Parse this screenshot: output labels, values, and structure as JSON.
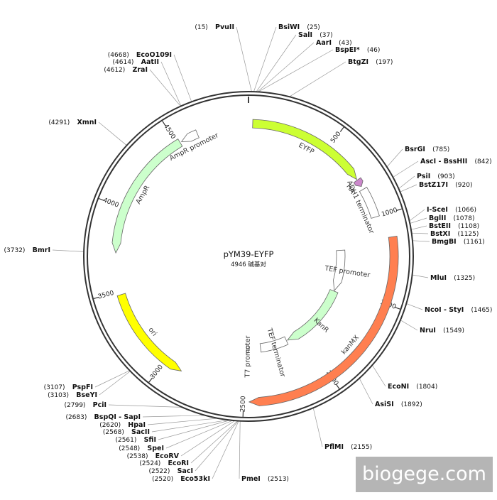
{
  "plasmid": {
    "name": "pYM39-EYFP",
    "size_text": "4946 碱基对",
    "length": 4946
  },
  "ticks": [
    {
      "pos": 500,
      "label": "500"
    },
    {
      "pos": 1000,
      "label": "1000"
    },
    {
      "pos": 1500,
      "label": "1500"
    },
    {
      "pos": 2000,
      "label": "2000"
    },
    {
      "pos": 2500,
      "label": "2500"
    },
    {
      "pos": 3000,
      "label": "3000"
    },
    {
      "pos": 3500,
      "label": "3500"
    },
    {
      "pos": 4000,
      "label": "4000"
    },
    {
      "pos": 4500,
      "label": "4500"
    }
  ],
  "features": [
    {
      "id": "eyfp",
      "label": "EYFP",
      "start": 25,
      "end": 750,
      "strand": 1,
      "color": "#ccff33",
      "ring": 1
    },
    {
      "id": "ha",
      "label": "HA",
      "start": 755,
      "end": 800,
      "strand": 1,
      "color": "#cc88cc",
      "ring": 1
    },
    {
      "id": "adh1",
      "label": "ADH1 terminator",
      "start": 820,
      "end": 1000,
      "strand": 0,
      "color": "#ffffff",
      "ring": 1
    },
    {
      "id": "kanmx",
      "label": "kanMX",
      "start": 1130,
      "end": 2470,
      "strand": 1,
      "color": "#ff7f50",
      "ring": 0
    },
    {
      "id": "tef-promoter",
      "label": "TEF promoter",
      "start": 1185,
      "end": 1535,
      "strand": 1,
      "color": "#ffffff",
      "ring": 2
    },
    {
      "id": "kanr",
      "label": "KanR",
      "start": 1540,
      "end": 2130,
      "strand": 1,
      "color": "#ccffcc",
      "ring": 2
    },
    {
      "id": "tef-terminator",
      "label": "TEF terminator",
      "start": 2140,
      "end": 2370,
      "strand": 0,
      "color": "#ffffff",
      "ring": 2
    },
    {
      "id": "t7-promoter",
      "label": "T7 promoter",
      "start": 2465,
      "end": 2490,
      "strand": -1,
      "color": "#ffffff",
      "ring": 2
    },
    {
      "id": "ori",
      "label": "ori",
      "start": 2890,
      "end": 3480,
      "strand": -1,
      "color": "#ffff00",
      "ring": 1
    },
    {
      "id": "ampr",
      "label": "AmpR",
      "start": 3730,
      "end": 4520,
      "strand": -1,
      "color": "#ccffcc",
      "ring": 1
    },
    {
      "id": "ampr-promoter",
      "label": "AmpR promoter",
      "start": 4530,
      "end": 4635,
      "strand": -1,
      "color": "#ffffff",
      "ring": 1
    }
  ],
  "sites": [
    {
      "name": "PvuII",
      "pos": "(15)",
      "color": "#111111",
      "side": "left"
    },
    {
      "name": "BsiWI",
      "pos": "(25)",
      "color": "#111111",
      "side": "right"
    },
    {
      "name": "SalI",
      "pos": "(37)",
      "color": "#111111",
      "side": "right"
    },
    {
      "name": "AarI",
      "pos": "(43)",
      "color": "#111111",
      "side": "right"
    },
    {
      "name": "BspEI*",
      "pos": "(46)",
      "color": "#888888",
      "side": "right"
    },
    {
      "name": "BtgZI",
      "pos": "(197)",
      "color": "#111111",
      "side": "right"
    },
    {
      "name": "BsrGI",
      "pos": "(785)",
      "color": "#111111",
      "side": "right"
    },
    {
      "name": "AscI - BssHII",
      "pos": "(842)",
      "color": "#111111",
      "side": "right"
    },
    {
      "name": "PsiI",
      "pos": "(903)",
      "color": "#111111",
      "side": "right"
    },
    {
      "name": "BstZ17I",
      "pos": "(920)",
      "color": "#111111",
      "side": "right"
    },
    {
      "name": "I-SceI",
      "pos": "(1066)",
      "color": "#111111",
      "side": "right"
    },
    {
      "name": "BglII",
      "pos": "(1078)",
      "color": "#111111",
      "side": "right"
    },
    {
      "name": "BstEII",
      "pos": "(1108)",
      "color": "#111111",
      "side": "right"
    },
    {
      "name": "BstXI",
      "pos": "(1125)",
      "color": "#111111",
      "side": "right"
    },
    {
      "name": "BmgBI",
      "pos": "(1161)",
      "color": "#111111",
      "side": "right"
    },
    {
      "name": "MluI",
      "pos": "(1325)",
      "color": "#111111",
      "side": "right"
    },
    {
      "name": "NcoI - StyI",
      "pos": "(1465)",
      "color": "#111111",
      "side": "right"
    },
    {
      "name": "NruI",
      "pos": "(1549)",
      "color": "#111111",
      "side": "right"
    },
    {
      "name": "EcoNI",
      "pos": "(1804)",
      "color": "#111111",
      "side": "right"
    },
    {
      "name": "AsiSI",
      "pos": "(1892)",
      "color": "#111111",
      "side": "right"
    },
    {
      "name": "PflMI",
      "pos": "(2155)",
      "color": "#111111",
      "side": "right"
    },
    {
      "name": "PmeI",
      "pos": "(2513)",
      "color": "#111111",
      "side": "right"
    },
    {
      "name": "Eco53kI",
      "pos": "(2520)",
      "color": "#111111",
      "side": "left"
    },
    {
      "name": "SacI",
      "pos": "(2522)",
      "color": "#111111",
      "side": "left"
    },
    {
      "name": "EcoRI",
      "pos": "(2524)",
      "color": "#111111",
      "side": "left"
    },
    {
      "name": "EcoRV",
      "pos": "(2538)",
      "color": "#111111",
      "side": "left"
    },
    {
      "name": "SpeI",
      "pos": "(2548)",
      "color": "#111111",
      "side": "left"
    },
    {
      "name": "SfiI",
      "pos": "(2561)",
      "color": "#111111",
      "side": "left"
    },
    {
      "name": "SacII",
      "pos": "(2568)",
      "color": "#111111",
      "side": "left"
    },
    {
      "name": "HpaI",
      "pos": "(2620)",
      "color": "#111111",
      "side": "left"
    },
    {
      "name": "BspQI - SapI",
      "pos": "(2683)",
      "color": "#111111",
      "side": "left"
    },
    {
      "name": "PciI",
      "pos": "(2799)",
      "color": "#111111",
      "side": "left"
    },
    {
      "name": "BseYI",
      "pos": "(3103)",
      "color": "#111111",
      "side": "left"
    },
    {
      "name": "PspFI",
      "pos": "(3107)",
      "color": "#111111",
      "side": "left"
    },
    {
      "name": "BmrI",
      "pos": "(3732)",
      "color": "#111111",
      "side": "left"
    },
    {
      "name": "XmnI",
      "pos": "(4291)",
      "color": "#111111",
      "side": "left"
    },
    {
      "name": "ZraI",
      "pos": "(4612)",
      "color": "#111111",
      "side": "left"
    },
    {
      "name": "AatII",
      "pos": "(4614)",
      "color": "#111111",
      "side": "left"
    },
    {
      "name": "EcoO109I",
      "pos": "(4668)",
      "color": "#111111",
      "side": "left"
    }
  ],
  "watermark": "biogege.com"
}
